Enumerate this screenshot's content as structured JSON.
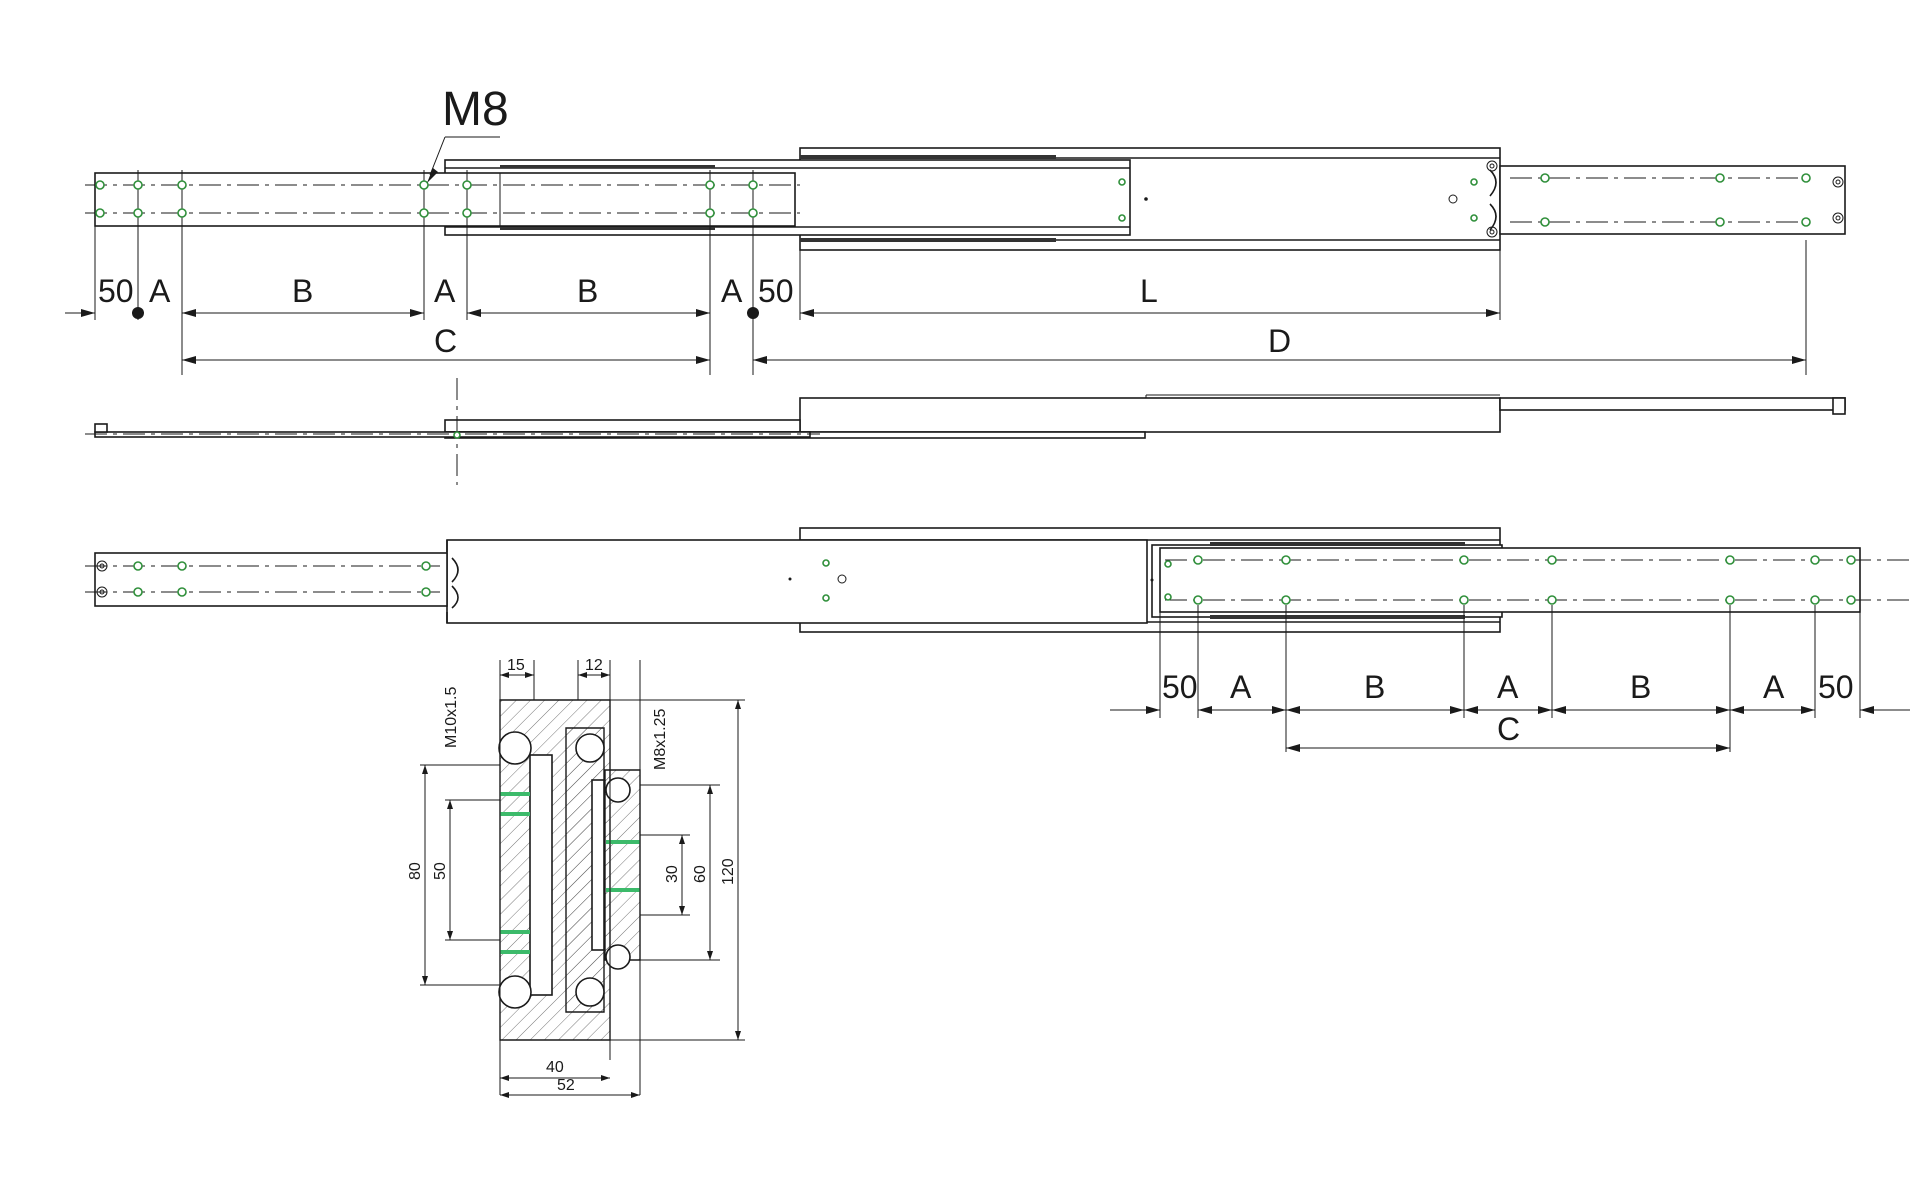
{
  "labels": {
    "thread_top": "M8",
    "dim_50": "50",
    "dim_A": "A",
    "dim_B": "B",
    "dim_C": "C",
    "dim_D": "D",
    "dim_L": "L"
  },
  "section_labels": {
    "w15": "15",
    "w12": "12",
    "thread_outer": "M10x1.5",
    "thread_inner": "M8x1.25",
    "h80": "80",
    "h50": "50",
    "h30": "30",
    "h60": "60",
    "h120": "120",
    "w40": "40",
    "w52": "52"
  },
  "colors": {
    "hole_ring": "#2f8f3a",
    "hole_center": "#5ec85a",
    "line": "#1a1a1a"
  }
}
